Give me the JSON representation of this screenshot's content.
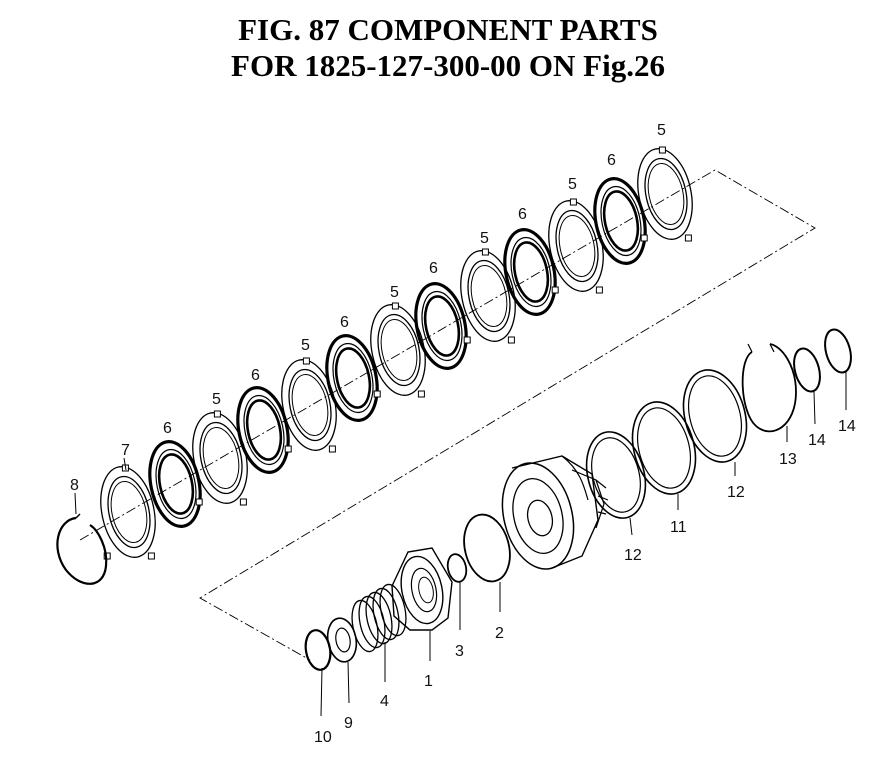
{
  "figure": {
    "title_line1": "FIG. 87  COMPONENT PARTS",
    "title_line2": "FOR 1825-127-300-00 ON Fig.26"
  },
  "callouts": {
    "c1": "1",
    "c2": "2",
    "c3": "3",
    "c4": "4",
    "c5": "5",
    "c6": "6",
    "c7": "7",
    "c8": "8",
    "c9": "9",
    "c10": "10",
    "c11": "11",
    "c12": "12",
    "c13": "13",
    "c14": "14"
  }
}
